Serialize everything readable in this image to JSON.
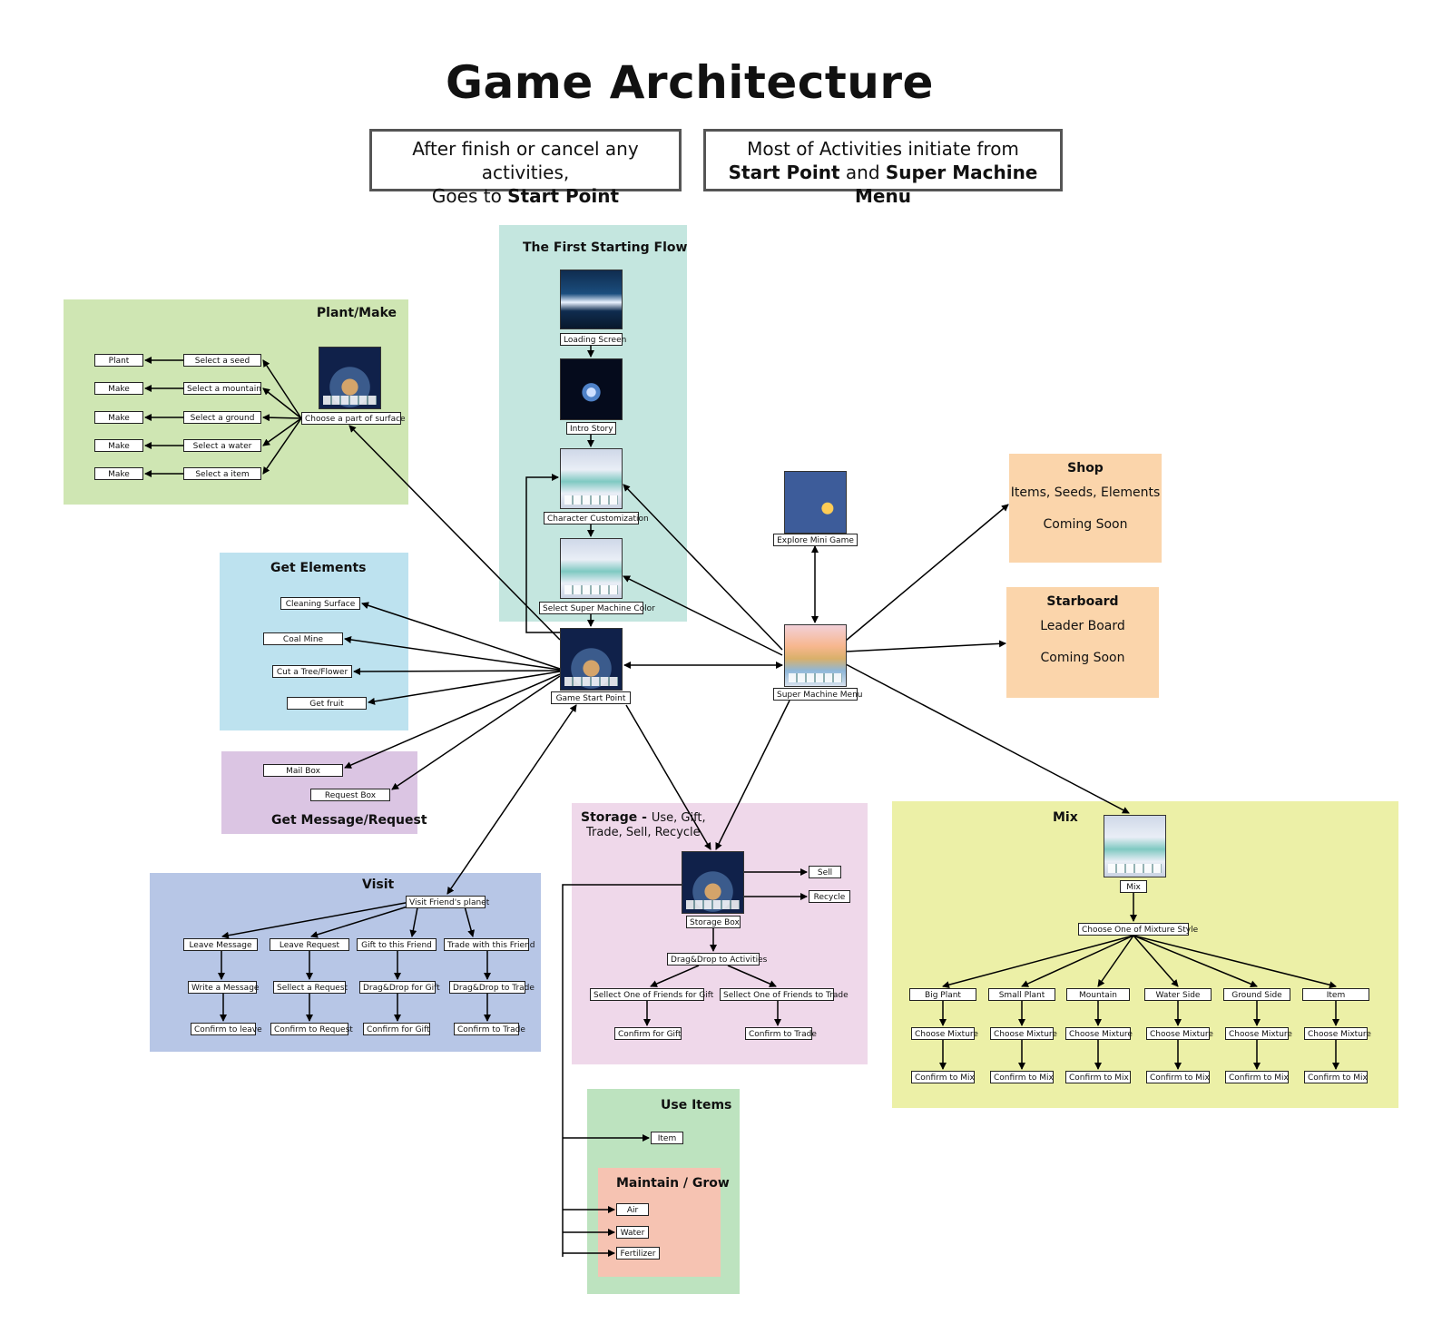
{
  "title": "Game Architecture",
  "notes": {
    "left_line1": "After finish or cancel any activities,",
    "left_line2_pre": "Goes to ",
    "left_line2_bold": "Start Point",
    "right_line1": "Most of Activities initiate from",
    "right_line2_bold1": "Start Point",
    "right_line2_mid": " and ",
    "right_line2_bold2": "Super Machine Menu"
  },
  "panels": {
    "first_flow": "The First Starting Flow",
    "plant": "Plant/Make",
    "get_elements": "Get Elements",
    "message": "Get Message/Request",
    "visit": "Visit",
    "storage_bold": "Storage - ",
    "storage_line1": "Use, Gift,",
    "storage_line2": "Trade, Sell, Recycle",
    "use_items": "Use Items",
    "maintain": "Maintain / Grow",
    "mix": "Mix",
    "shop": "Shop",
    "shop_items": "Items, Seeds, Elements",
    "shop_soon": "Coming Soon",
    "starboard": "Starboard",
    "star_items": "Leader Board",
    "star_soon": "Coming Soon"
  },
  "nodes": {
    "loading": "Loading Screen",
    "intro": "Intro Story",
    "charcustom": "Character Customization",
    "selcolor": "Select Super Machine Color",
    "gsp": "Game Start Point",
    "explore": "Explore Mini Game",
    "smm": "Super Machine Menu",
    "plant": "Plant",
    "make1": "Make",
    "make2": "Make",
    "make3": "Make",
    "make4": "Make",
    "seed": "Select a seed",
    "mountain": "Select a mountain",
    "ground": "Select a ground",
    "water": "Select a water",
    "item": "Select a item",
    "surface": "Choose a part of surface",
    "cleaning": "Cleaning Surface",
    "coal": "Coal Mine",
    "tree": "Cut a Tree/Flower",
    "fruit": "Get fruit",
    "mailbox": "Mail Box",
    "reqbox": "Request Box",
    "visitfriend": "Visit Friend's planet",
    "leavemsg": "Leave Message",
    "leavereq": "Leave Request",
    "giftfriend": "Gift to this Friend",
    "tradefriend": "Trade with this Friend",
    "writemsg": "Write a Message",
    "sellreq": "Sellect a Request",
    "dndgift": "Drag&Drop for Gift",
    "dndtrade": "Drag&Drop to Trade",
    "confleave": "Confirm to leave",
    "confreq": "Confirm to Request",
    "confgift_v": "Confirm for Gift",
    "conftrade_v": "Confirm to Trade",
    "storagebox": "Storage Box",
    "sell": "Sell",
    "recycle": "Recycle",
    "dndact": "Drag&Drop to Activities",
    "selgift": "Sellect One of Friends for Gift",
    "seltrade": "Sellect One of Friends to Trade",
    "confgift_s": "Confirm for Gift",
    "conftrade_s": "Confirm to Trade",
    "useitem": "Item",
    "air": "Air",
    "waterm": "Water",
    "fert": "Fertilizer",
    "mix": "Mix",
    "mixstyle": "Choose One of Mixture Style",
    "bigplant": "Big Plant",
    "smallplant": "Small Plant",
    "mtn": "Mountain",
    "waterside": "Water Side",
    "groundside": "Ground Side",
    "mitem": "Item",
    "cm1": "Choose Mixture",
    "cm2": "Choose Mixture",
    "cm3": "Choose Mixture",
    "cm4": "Choose Mixture",
    "cm5": "Choose Mixture",
    "cm6": "Choose Mixture",
    "cf1": "Confirm to Mix",
    "cf2": "Confirm to Mix",
    "cf3": "Confirm to Mix",
    "cf4": "Confirm to Mix",
    "cf5": "Confirm to Mix",
    "cf6": "Confirm to Mix"
  },
  "colors": {
    "first_flow": "#c4e6df",
    "plant": "#cfe6b3",
    "get_elements": "#bde2ef",
    "message": "#dbc5e3",
    "visit": "#b7c6e6",
    "storage": "#efd8ea",
    "use_items": "#bde3bf",
    "maintain": "#f6c3b2",
    "mix": "#ecf0a7",
    "shop": "#fbd5ab",
    "starboard": "#fbd5ab"
  }
}
